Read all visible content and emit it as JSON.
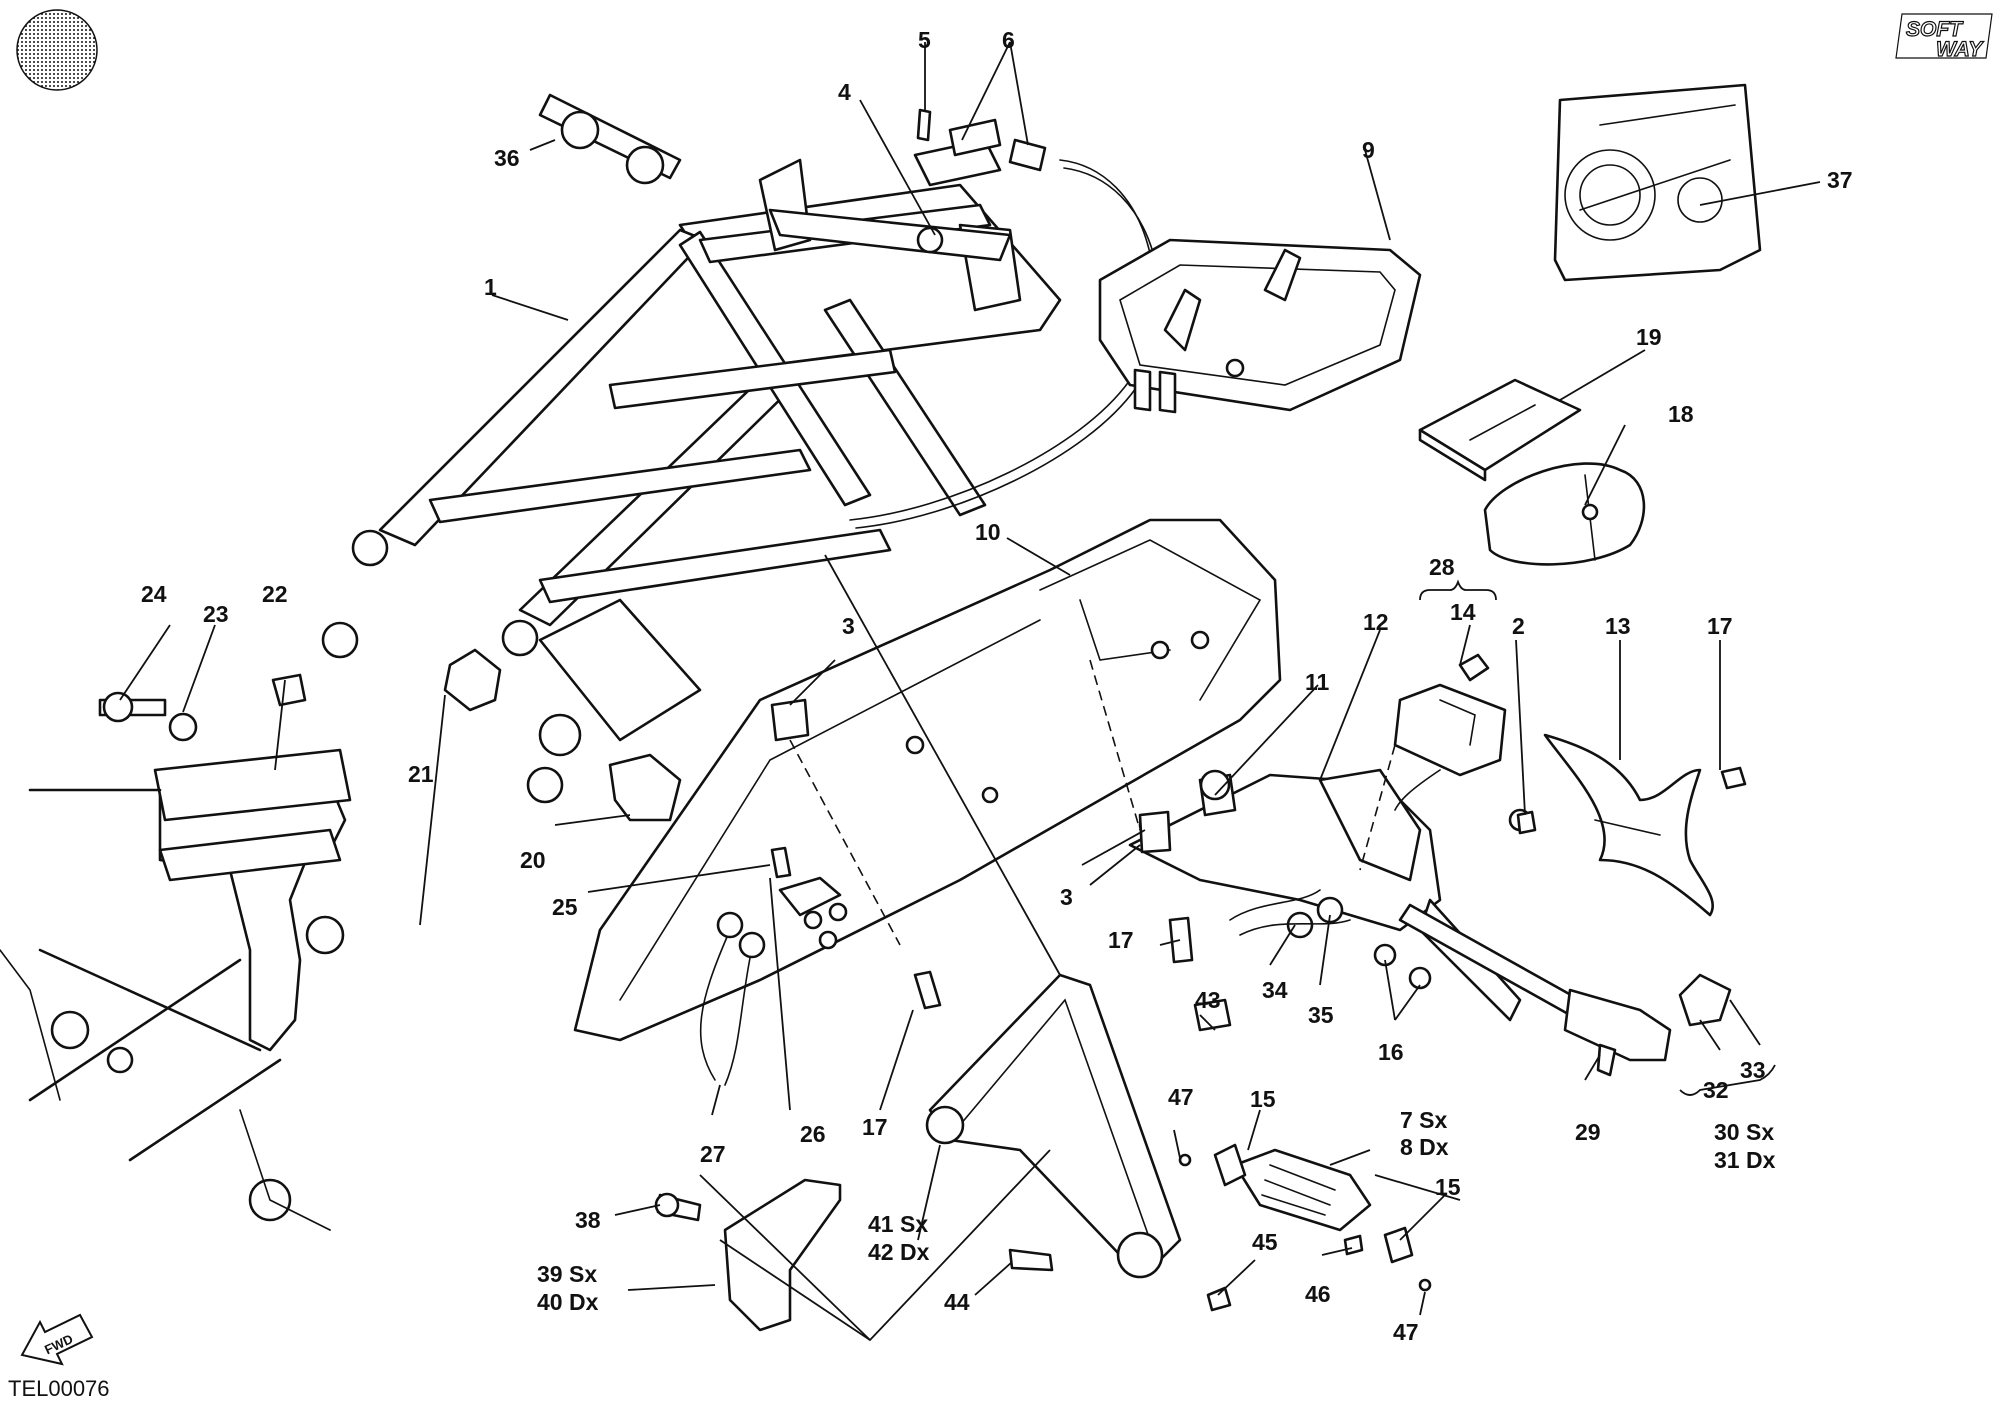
{
  "diagram_code": "TEL00076",
  "logo": {
    "line1": "SOFT",
    "line2": "WAY"
  },
  "fwd_label": "FWD",
  "colors": {
    "ink": "#111111",
    "paper": "#ffffff",
    "shade": "#e9e9e9"
  },
  "callouts": {
    "c1": "1",
    "c2": "2",
    "c3a": "3",
    "c3b": "3",
    "c4": "4",
    "c5": "5",
    "c6": "6",
    "c9": "9",
    "c10": "10",
    "c11": "11",
    "c12": "12",
    "c13": "13",
    "c14": "14",
    "c15a": "15",
    "c15b": "15",
    "c16": "16",
    "c17a": "17",
    "c17b": "17",
    "c17c": "17",
    "c18": "18",
    "c19": "19",
    "c20": "20",
    "c21": "21",
    "c22": "22",
    "c23": "23",
    "c24": "24",
    "c25": "25",
    "c26": "26",
    "c27": "27",
    "c28": "28",
    "c29": "29",
    "c32": "32",
    "c33": "33",
    "c34": "34",
    "c35": "35",
    "c36": "36",
    "c37": "37",
    "c38": "38",
    "c43": "43",
    "c44": "44",
    "c45": "45",
    "c46": "46",
    "c47a": "47",
    "c47b": "47",
    "c7_l1": "7 Sx",
    "c7_l2": "8 Dx",
    "c30_l1": "30 Sx",
    "c30_l2": "31 Dx",
    "c39_l1": "39 Sx",
    "c39_l2": "40 Dx",
    "c41_l1": "41 Sx",
    "c41_l2": "42 Dx"
  }
}
